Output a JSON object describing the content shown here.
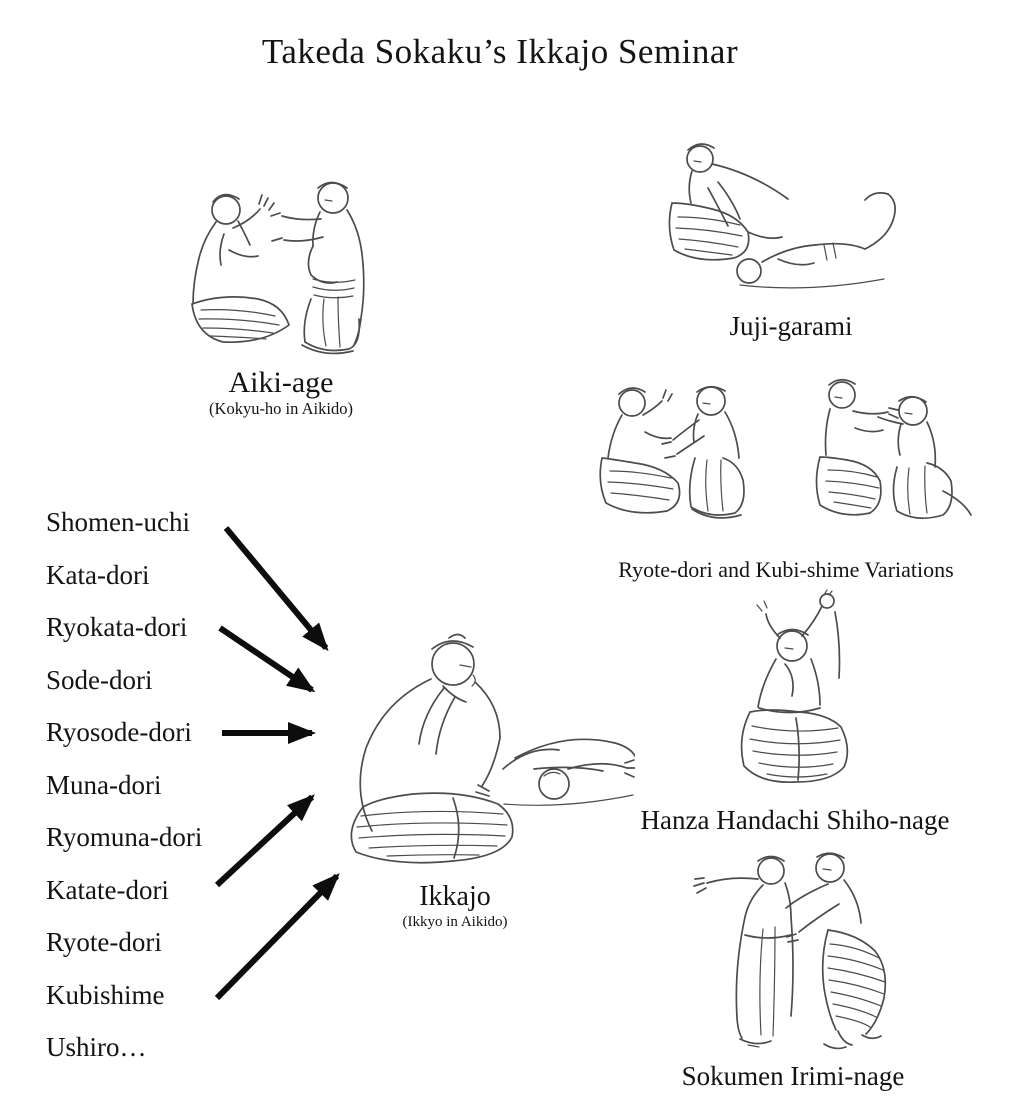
{
  "title": "Takeda Sokaku’s Ikkajo Seminar",
  "attacks": [
    "Shomen-uchi",
    "Kata-dori",
    "Ryokata-dori",
    "Sode-dori",
    "Ryosode-dori",
    "Muna-dori",
    "Ryomuna-dori",
    "Katate-dori",
    "Ryote-dori",
    "Kubishime",
    "Ushiro…"
  ],
  "figures": {
    "aiki_age": {
      "label": "Aiki-age",
      "sublabel": "(Kokyu-ho in Aikido)"
    },
    "juji_garami": {
      "label": "Juji-garami"
    },
    "ryote_kubi": {
      "label": "Ryote-dori and Kubi-shime Variations"
    },
    "hanza_handachi": {
      "label": "Hanza Handachi Shiho-nage"
    },
    "ikkajo": {
      "label": "Ikkajo",
      "sublabel": "(Ikkyo in Aikido)"
    },
    "sokumen": {
      "label": "Sokumen Irimi-nage"
    }
  },
  "colors": {
    "background": "#ffffff",
    "text": "#141414",
    "sketch": "#4c4c4c",
    "arrow": "#0d0d0d"
  }
}
